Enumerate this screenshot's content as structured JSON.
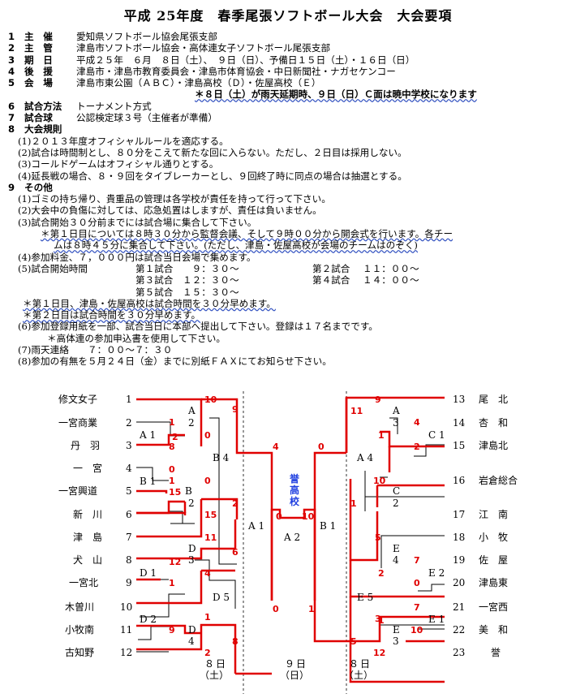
{
  "title": "平成 25年度　春季尾張ソフトボール大会　大会要項",
  "items": [
    {
      "num": "1",
      "label": "主　催",
      "value": "愛知県ソフトボール協会尾張支部"
    },
    {
      "num": "2",
      "label": "主　管",
      "value": "津島市ソフトボール協会・高体連女子ソフトボール尾張支部"
    },
    {
      "num": "3",
      "label": "期　日",
      "value": "平成２５年　６月　８日（土）、　９日（日）、予備日１５日（土）・１６日（日）"
    },
    {
      "num": "4",
      "label": "後　援",
      "value": "津島市・津島市教育委員会・津島市体育協会・中日新聞社・ナガセケンコー"
    },
    {
      "num": "5",
      "label": "会　場",
      "value": "津島市東公園（ＡＢＣ）・津島高校（Ｄ）・佐屋高校（Ｅ）"
    }
  ],
  "venue_note": "＊８日（土）が雨天延期時、９日（日）Ｃ面は暁中学校になります",
  "items2": [
    {
      "num": "6",
      "label": "試合方法",
      "value": "トーナメント方式"
    },
    {
      "num": "7",
      "label": "試合球",
      "value": "公認検定球３号（主催者が準備）"
    }
  ],
  "rules": {
    "num": "8",
    "label": "大会規則",
    "lines": [
      "(1)２０１３年度オフィシャルルールを適応する。",
      "(2)試合は時間制とし、８０分をこえて新たな回に入らない。ただし、２日目は採用しない。",
      "(3)コールドゲームはオフィシャル通りとする。",
      "(4)延長戦の場合、８・９回をタイブレーカーとし、９回終了時に同点の場合は抽選とする。"
    ]
  },
  "other": {
    "num": "9",
    "label": "その他",
    "l1": "(1)ゴミの持ち帰り、貴重品の管理は各学校が責任を持って行って下さい。",
    "l2": "(2)大会中の負傷に対しては、応急処置はしますが、責任は負いません。",
    "l3": "(3)試合開始３０分前までには試合場に集合して下さい。",
    "l3a": "＊第１日目については８時３０分から監督会議、そして９時００分から開会式を行います。各チー",
    "l3b": "ムは８時４５分に集合して下さい。(ただし、津島・佐屋高校が会場のチームはのぞく)",
    "l4": "(4)参加料金、７，０００円は試合当日会場で集めます。",
    "l5": "(5)試合開始時間",
    "schedule": [
      [
        "第１試合",
        "　９：３０～",
        "第２試合",
        "１１：００～"
      ],
      [
        "第３試合",
        "１２：３０～",
        "第４試合",
        "１４：００～"
      ],
      [
        "第５試合",
        "１５：３０～",
        "",
        ""
      ]
    ],
    "n1": "＊第１日目、津島・佐屋高校は試合時間を３０分早めます。",
    "n2": "＊第２日目は試合時間を３０分早めます。",
    "l6": "(6)参加登録用紙を一部、試合当日に本部へ提出して下さい。登録は１７名までです。",
    "l6a": "＊高体連の参加申込書を使用して下さい。",
    "l7": "(7)雨天連絡　　７：００～７：３０",
    "l8": "(8)参加の有無を５月２４日（金）までに別紙ＦＡＸにてお知らせ下さい。"
  },
  "bracket": {
    "left_teams": [
      {
        "name": "修文女子",
        "no": "1"
      },
      {
        "name": "一宮商業",
        "no": "2"
      },
      {
        "name": "丹　羽",
        "no": "3"
      },
      {
        "name": "一　宮",
        "no": "4"
      },
      {
        "name": "一宮興道",
        "no": "5"
      },
      {
        "name": "新　川",
        "no": "6"
      },
      {
        "name": "津　島",
        "no": "7"
      },
      {
        "name": "犬　山",
        "no": "8"
      },
      {
        "name": "一宮北",
        "no": "9"
      },
      {
        "name": "木曽川",
        "no": "10"
      },
      {
        "name": "小牧南",
        "no": "11"
      },
      {
        "name": "古知野",
        "no": "12"
      }
    ],
    "right_teams": [
      {
        "name": "尾　北",
        "no": "13"
      },
      {
        "name": "杏　和",
        "no": "14"
      },
      {
        "name": "津島北",
        "no": "15"
      },
      {
        "name": "岩倉総合",
        "no": "16"
      },
      {
        "name": "江　南",
        "no": "17"
      },
      {
        "name": "小　牧",
        "no": "18"
      },
      {
        "name": "佐　屋",
        "no": "19"
      },
      {
        "name": "津島東",
        "no": "20"
      },
      {
        "name": "一宮西",
        "no": "21"
      },
      {
        "name": "美　和",
        "no": "22"
      },
      {
        "name": "誉",
        "no": "23"
      }
    ],
    "game_labels": [
      "A 1",
      "A\n2",
      "B 1",
      "B\n2",
      "B 4",
      "D\n3",
      "D 1",
      "D 2",
      "D\n4",
      "D 5",
      "A 1",
      "A 2",
      "B 1",
      "A\n3",
      "C 1",
      "A 4",
      "C\n2",
      "E\n4",
      "E 2",
      "E 1",
      "E\n3",
      "E 5"
    ],
    "scores": {
      "s1": "10",
      "s2": "9",
      "s3": "1",
      "s4": "2",
      "s5": "0",
      "s6": "8",
      "s7": "0",
      "s8": "0",
      "s9": "15",
      "s10": "1",
      "s11": "15",
      "s12": "2",
      "s13": "11",
      "s14": "6",
      "s15": "12",
      "s16": "4",
      "s17": "1",
      "s18": "1",
      "s19": "9",
      "s20": "2",
      "s21": "8",
      "s22": "4",
      "s23": "0",
      "s24": "0",
      "s25": "10",
      "s26": "0",
      "s27": "1",
      "s28": "9",
      "s29": "11",
      "s30": "4",
      "s31": "1",
      "s32": "2",
      "s33": "10",
      "s34": "1",
      "s35": "5",
      "s36": "7",
      "s37": "2",
      "s38": "0",
      "s39": "7",
      "s40": "1",
      "s41": "10",
      "s42": "3",
      "s43": "5",
      "s44": "12"
    },
    "champion": "誉高校",
    "days": [
      {
        "d": "８\n日",
        "w": "（土）"
      },
      {
        "d": "９\n日",
        "w": "（日）"
      },
      {
        "d": "８\n日",
        "w": "（土）"
      }
    ]
  }
}
